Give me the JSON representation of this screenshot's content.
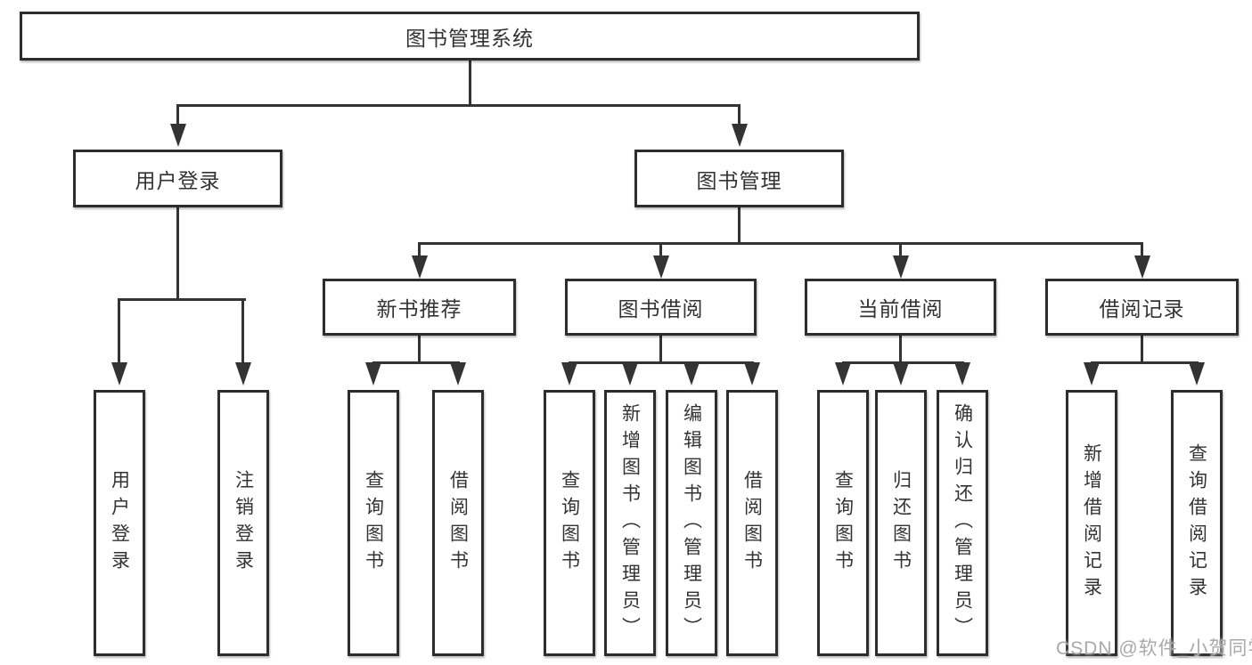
{
  "diagram": {
    "root": {
      "label": "图书管理系统"
    },
    "level2": [
      {
        "label": "用户登录"
      },
      {
        "label": "图书管理"
      }
    ],
    "level3": [
      {
        "label": "新书推荐"
      },
      {
        "label": "图书借阅"
      },
      {
        "label": "当前借阅"
      },
      {
        "label": "借阅记录"
      }
    ],
    "leaves": [
      {
        "label": "用户登录"
      },
      {
        "label": "注销登录"
      },
      {
        "label": "查询图书"
      },
      {
        "label": "借阅图书"
      },
      {
        "label": "查询图书"
      },
      {
        "label": "新增图书（管理员）"
      },
      {
        "label": "编辑图书（管理员）"
      },
      {
        "label": "借阅图书"
      },
      {
        "label": "查询图书"
      },
      {
        "label": "归还图书"
      },
      {
        "label": "确认归还（管理员）"
      },
      {
        "label": "新增借阅记录"
      },
      {
        "label": "查询借阅记录"
      }
    ]
  },
  "watermark": {
    "text": "CSDN @软件_小贺同学"
  },
  "colors": {
    "line": "#333333",
    "box_border": "#2d2d2d",
    "box_fill": "#ffffff",
    "text": "#333333",
    "watermark": "#a9a9a9"
  }
}
